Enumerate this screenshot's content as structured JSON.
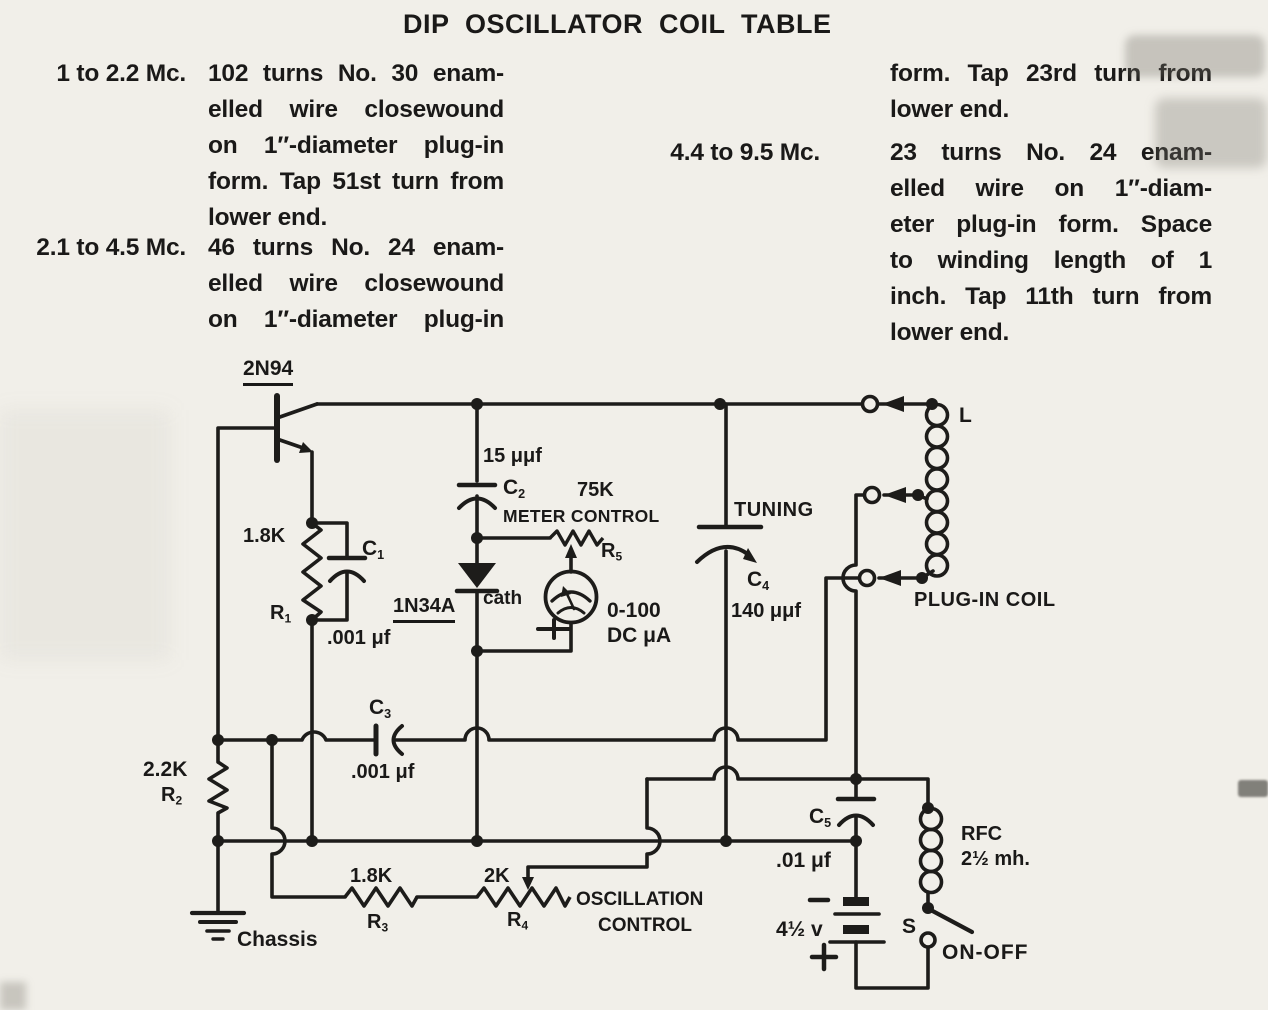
{
  "coil_table": {
    "title": "DIP OSCILLATOR COIL TABLE",
    "left": [
      {
        "freq": "1 to 2.2 Mc.",
        "lines": [
          "102 turns No. 30 enam-",
          "elled wire closewound",
          "on 1″-diameter plug-in",
          "form. Tap 51st turn from",
          "lower end."
        ]
      },
      {
        "freq": "2.1 to 4.5 Mc.",
        "lines": [
          "46 turns No. 24 enam-",
          "elled wire closewound",
          "on 1″-diameter plug-in"
        ]
      }
    ],
    "right": [
      {
        "freq": "",
        "lines": [
          "form. Tap 23rd turn from",
          "lower end."
        ]
      },
      {
        "freq": "4.4 to 9.5 Mc.",
        "lines": [
          "23 turns No. 24 enam-",
          "elled wire on 1″-diam-",
          "eter plug-in form. Space",
          "to winding length of 1",
          "inch. Tap 11th turn from",
          "lower end."
        ]
      }
    ]
  },
  "schematic": {
    "transistor": "2N94",
    "diode": {
      "part": "1N34A",
      "terminal": "cath"
    },
    "meter": {
      "range": "0-100",
      "unit": "DC μA"
    },
    "components": {
      "r1": {
        "base": "R",
        "sub": "1",
        "value": "1.8K"
      },
      "r2": {
        "base": "R",
        "sub": "2",
        "value": "2.2K"
      },
      "r3": {
        "base": "R",
        "sub": "3",
        "value": "1.8K"
      },
      "r4": {
        "base": "R",
        "sub": "4",
        "value": "2K"
      },
      "r5": {
        "base": "R",
        "sub": "5",
        "value": "75K"
      },
      "c1": {
        "base": "C",
        "sub": "1",
        "value": ".001 μf"
      },
      "c2": {
        "base": "C",
        "sub": "2",
        "value": "15 μμf"
      },
      "c3": {
        "base": "C",
        "sub": "3",
        "value": ".001 μf"
      },
      "c4": {
        "base": "C",
        "sub": "4",
        "value": "140 μμf"
      },
      "c5": {
        "base": "C",
        "sub": "5",
        "value": ".01 μf"
      },
      "battery": "4½ v",
      "rfc_name": "RFC",
      "rfc_value": "2½ mh.",
      "switch": "S",
      "coil": "L"
    },
    "labels": {
      "meter_control": "METER CONTROL",
      "tuning": "TUNING",
      "oscillation_1": "OSCILLATION",
      "oscillation_2": "CONTROL",
      "plug_in_coil": "PLUG-IN COIL",
      "chassis": "Chassis",
      "on_off": "ON-OFF"
    }
  }
}
